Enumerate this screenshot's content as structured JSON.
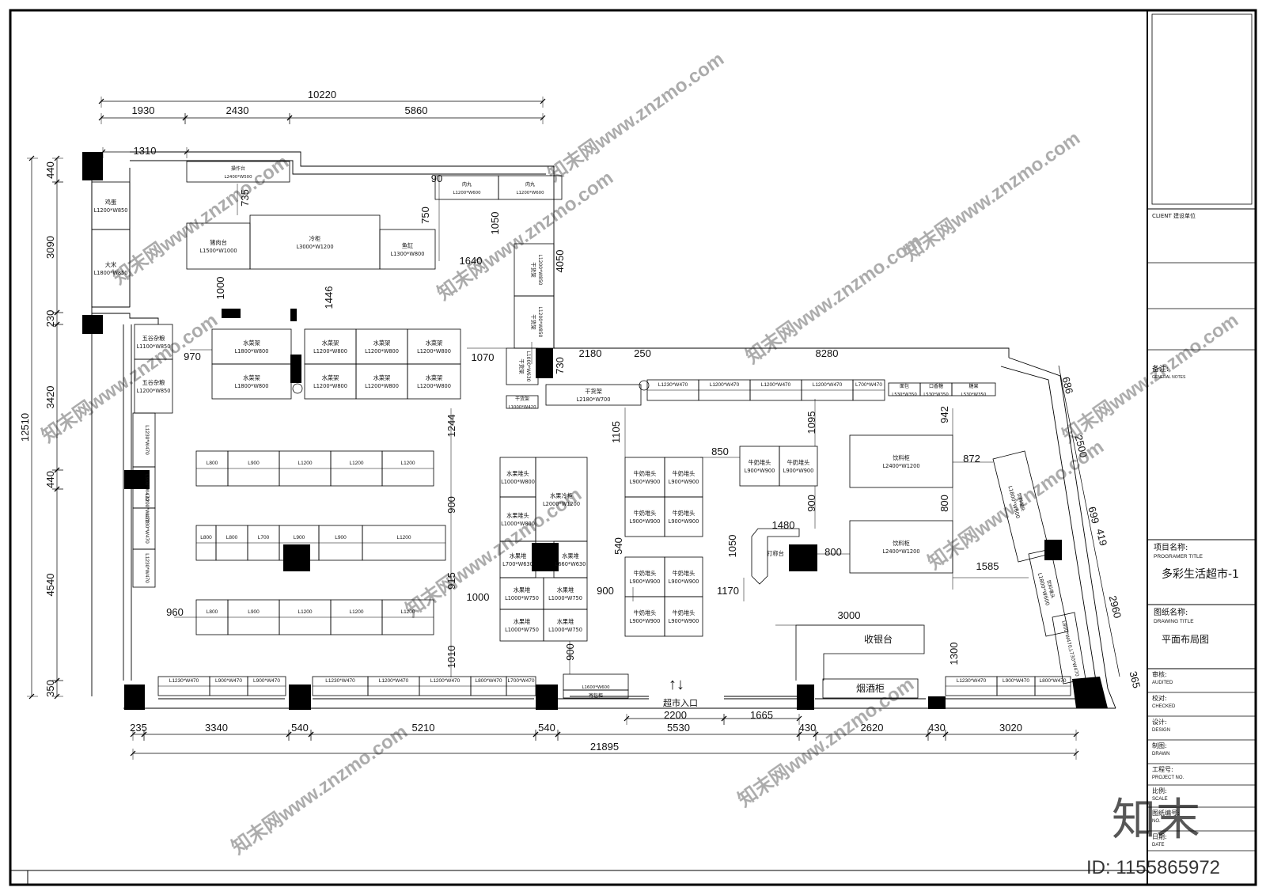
{
  "title_block": {
    "client_label": "CLIENT 建设单位",
    "notes_label": "备注:",
    "notes_sub": "GENERAL NOTES",
    "project_label": "项目名称:",
    "project_sub": "PROGRAMER TITLE",
    "project_name": "多彩生活超市-1",
    "drawing_label": "图纸名称:",
    "drawing_sub": "DRAWING TITLE",
    "drawing_name": "平面布局图",
    "rows": [
      {
        "zh": "审核:",
        "en": "AUDITED"
      },
      {
        "zh": "校对:",
        "en": "CHECKED"
      },
      {
        "zh": "设计:",
        "en": "DESIGN"
      },
      {
        "zh": "制图:",
        "en": "DRAWN"
      },
      {
        "zh": "工程号:",
        "en": "PROJECT NO."
      },
      {
        "zh": "比例:",
        "en": "SCALE"
      },
      {
        "zh": "图纸编号:",
        "en": "NO."
      },
      {
        "zh": "日期:",
        "en": "DATE"
      }
    ]
  },
  "watermark": {
    "logo_text": "知末",
    "id_text": "ID: 1155865972",
    "tiles": "知末网www.znzmo.com"
  },
  "entrance": {
    "arrows": "↑↓",
    "label": "超市入口"
  },
  "dimensions": {
    "top": [
      "10220",
      "1930",
      "2430",
      "5860",
      "1310"
    ],
    "left": [
      "12510",
      "440",
      "3090",
      "230",
      "3420",
      "440",
      "4540",
      "350"
    ],
    "bottom": [
      "235",
      "3340",
      "540",
      "5210",
      "540",
      "5530",
      "2200",
      "1665",
      "430",
      "2620",
      "430",
      "3020",
      "21895"
    ],
    "right": [
      "686",
      "2500",
      "699",
      "419",
      "2960",
      "365"
    ],
    "interior": [
      {
        "key": "d735",
        "text": "735"
      },
      {
        "key": "d90",
        "text": "90"
      },
      {
        "key": "d750",
        "text": "750"
      },
      {
        "key": "d1050a",
        "text": "1050"
      },
      {
        "key": "d4050",
        "text": "4050"
      },
      {
        "key": "d1640",
        "text": "1640"
      },
      {
        "key": "d1000a",
        "text": "1000"
      },
      {
        "key": "d1446",
        "text": "1446"
      },
      {
        "key": "d970",
        "text": "970"
      },
      {
        "key": "d1070",
        "text": "1070"
      },
      {
        "key": "d730",
        "text": "730"
      },
      {
        "key": "d2180",
        "text": "2180"
      },
      {
        "key": "d250",
        "text": "250"
      },
      {
        "key": "d8280",
        "text": "8280"
      },
      {
        "key": "d1244",
        "text": "1244"
      },
      {
        "key": "d1105",
        "text": "1105"
      },
      {
        "key": "d1095",
        "text": "1095"
      },
      {
        "key": "d942",
        "text": "942"
      },
      {
        "key": "d850",
        "text": "850"
      },
      {
        "key": "d872",
        "text": "872"
      },
      {
        "key": "d900a",
        "text": "900"
      },
      {
        "key": "d900b",
        "text": "900"
      },
      {
        "key": "d800a",
        "text": "800"
      },
      {
        "key": "d1480",
        "text": "1480"
      },
      {
        "key": "d540",
        "text": "540"
      },
      {
        "key": "d1050b",
        "text": "1050"
      },
      {
        "key": "d800b",
        "text": "800"
      },
      {
        "key": "d915",
        "text": "915"
      },
      {
        "key": "d1000b",
        "text": "1000"
      },
      {
        "key": "d900c",
        "text": "900"
      },
      {
        "key": "d1170",
        "text": "1170"
      },
      {
        "key": "d1585",
        "text": "1585"
      },
      {
        "key": "d960",
        "text": "960"
      },
      {
        "key": "d3000",
        "text": "3000"
      },
      {
        "key": "d1300",
        "text": "1300"
      },
      {
        "key": "d1010",
        "text": "1010"
      },
      {
        "key": "d900d",
        "text": "900"
      }
    ]
  },
  "fixtures": {
    "czt": {
      "name": "操作台",
      "size": "L2400*W500"
    },
    "rw1": {
      "name": "肉丸",
      "size": "L1200*W600"
    },
    "rw2": {
      "name": "肉丸",
      "size": "L1200*W600"
    },
    "jd": {
      "name": "鸡蛋",
      "size": "L1200*W850"
    },
    "dm": {
      "name": "大米",
      "size": "L1800*W850"
    },
    "zrt": {
      "name": "猪肉台",
      "size": "L1500*W1000"
    },
    "lg": {
      "name": "冷柜",
      "size": "L3000*W1200"
    },
    "yg": {
      "name": "鱼缸",
      "size": "L1300*W800"
    },
    "ghj1": {
      "name": "干货架",
      "size": "L1200*W850"
    },
    "ghj2": {
      "name": "干货架",
      "size": "L1200*W850"
    },
    "ghj3": {
      "name": "干货架",
      "size": "L1000*W630"
    },
    "ghj4": {
      "name": "干货架",
      "size": "L2180*W700"
    },
    "ghj5": {
      "name": "干货架",
      "size": "L1000*W420"
    },
    "wg1": {
      "name": "五谷杂粮",
      "size": "L1100*W850"
    },
    "wg2": {
      "name": "五谷杂粮",
      "size": "L1200*W850"
    },
    "scj_l1": {
      "name": "水菜架",
      "size": "L1800*W800"
    },
    "scj_l2": {
      "name": "水菜架",
      "size": "L1800*W800"
    },
    "scj_a1": {
      "name": "水菜架",
      "size": "L1200*W800"
    },
    "scj_a2": {
      "name": "水菜架",
      "size": "L1200*W800"
    },
    "scj_a3": {
      "name": "水菜架",
      "size": "L1200*W800"
    },
    "scj_b1": {
      "name": "水菜架",
      "size": "L1200*W800"
    },
    "scj_b2": {
      "name": "水菜架",
      "size": "L1200*W800"
    },
    "scj_b3": {
      "name": "水菜架",
      "size": "L1200*W800"
    },
    "sgdt1": {
      "name": "水果堆头",
      "size": "L1000*W800"
    },
    "sgdt2": {
      "name": "水果堆头",
      "size": "L1000*W800"
    },
    "sglg": {
      "name": "水果冷柜",
      "size": "L2000*W1200"
    },
    "sgd1": {
      "name": "水果堆",
      "size": "L700*W630"
    },
    "sgd2": {
      "name": "水果堆",
      "size": "L660*W630"
    },
    "sgd3": {
      "name": "水果堆",
      "size": "L1000*W750"
    },
    "sgd4": {
      "name": "水果堆",
      "size": "L1000*W750"
    },
    "sgd5": {
      "name": "水果堆",
      "size": "L1000*W750"
    },
    "sgd6": {
      "name": "水果堆",
      "size": "L1000*W750"
    },
    "nn1": {
      "name": "牛奶堆头",
      "size": "L900*W900"
    },
    "nn2": {
      "name": "牛奶堆头",
      "size": "L900*W900"
    },
    "nn3": {
      "name": "牛奶堆头",
      "size": "L900*W900"
    },
    "nn4": {
      "name": "牛奶堆头",
      "size": "L900*W900"
    },
    "nn5": {
      "name": "牛奶堆头",
      "size": "L900*W900"
    },
    "nn6": {
      "name": "牛奶堆头",
      "size": "L900*W900"
    },
    "nn7": {
      "name": "牛奶堆头",
      "size": "L900*W900"
    },
    "nn8": {
      "name": "牛奶堆头",
      "size": "L900*W900"
    },
    "nn9": {
      "name": "牛奶堆头",
      "size": "L900*W900"
    },
    "nn10": {
      "name": "牛奶堆头",
      "size": "L900*W900"
    },
    "dct": {
      "name": "打称台",
      "size": ""
    },
    "yyg1": {
      "name": "饮料柜",
      "size": "L2400*W1200"
    },
    "yyg2": {
      "name": "饮料柜",
      "size": "L2400*W1200"
    },
    "syt": {
      "name": "收银台",
      "size": ""
    },
    "yjg": {
      "name": "烟酒柜",
      "size": ""
    },
    "jbj": {
      "name": "",
      "size": "L1600*W600"
    },
    "jbj_sub": {
      "name": "寄包柜",
      "size": ""
    },
    "mg": {
      "name": "面包",
      "size": "L530*W350"
    },
    "lcb": {
      "name": "口香糖",
      "size": "L530*W350"
    },
    "tg": {
      "name": "糖果",
      "size": "L530*W350"
    },
    "slant1": {
      "name": "L1800*W600",
      "size": "饮料堆头"
    },
    "slant2": {
      "name": "L1800*W600",
      "size": "饮料堆头"
    },
    "slant3": {
      "name": "",
      "size": "L800*W470,L730*W470"
    }
  },
  "shelf_labels": {
    "row1": [
      "L800",
      "L900",
      "L1200",
      "L1200",
      "L1200"
    ],
    "row2": [
      "L800",
      "L800",
      "L700",
      "L900",
      "L900",
      "L1200"
    ],
    "row3": [
      "L800",
      "L900",
      "L1200",
      "L1200",
      "L1200"
    ],
    "left_wall": [
      "L1230*W470",
      "L900*W470",
      "L1200*W470",
      "L1230*W470",
      "L1230*W470"
    ],
    "right_top": [
      "L1230*W470",
      "L1200*W470",
      "L1200*W470",
      "L1200*W470",
      "L700*W470"
    ],
    "bottom_a": [
      "L1230*W470",
      "L900*W470",
      "L900*W470"
    ],
    "bottom_b": [
      "L1230*W470",
      "L1200*W470",
      "L1200*W470",
      "L800*W470",
      "L700*W470"
    ],
    "bottom_c": [
      "L1230*W470",
      "L900*W470",
      "L800*W470"
    ]
  }
}
